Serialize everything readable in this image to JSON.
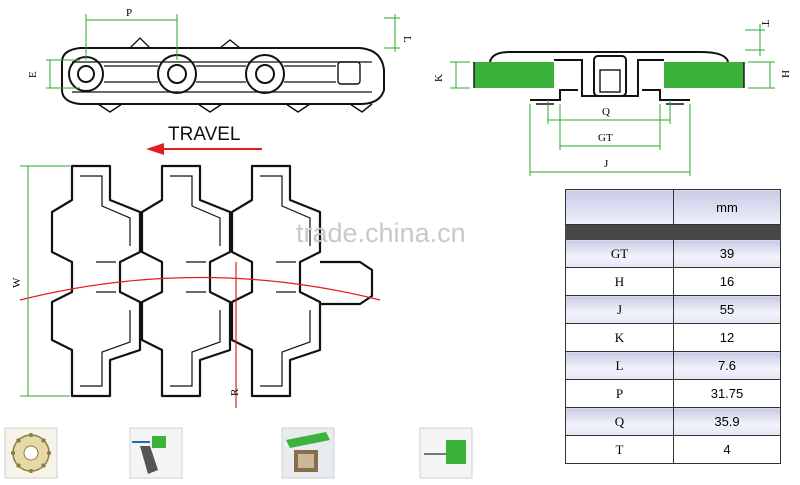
{
  "dimension_labels": {
    "P": "P",
    "L": "L",
    "E": "E",
    "T": "T",
    "K": "K",
    "H": "H",
    "Q": "Q",
    "GT": "GT",
    "J": "J",
    "W": "W",
    "R": "R"
  },
  "travel_label": "TRAVEL",
  "watermark": "trade.china.cn",
  "spec_table": {
    "unit_header": "mm",
    "rows": [
      {
        "key": "GT",
        "value": "39"
      },
      {
        "key": "H",
        "value": "16"
      },
      {
        "key": "J",
        "value": "55"
      },
      {
        "key": "K",
        "value": "12"
      },
      {
        "key": "L",
        "value": "7.6"
      },
      {
        "key": "P",
        "value": "31.75"
      },
      {
        "key": "Q",
        "value": "35.9"
      },
      {
        "key": "T",
        "value": "4"
      }
    ]
  },
  "colors": {
    "dimension_line": "#2ea82e",
    "travel_arrow": "#e02020",
    "pad_green": "#3bb33b",
    "table_header": "#c9cbe6",
    "table_band": "#474747"
  }
}
